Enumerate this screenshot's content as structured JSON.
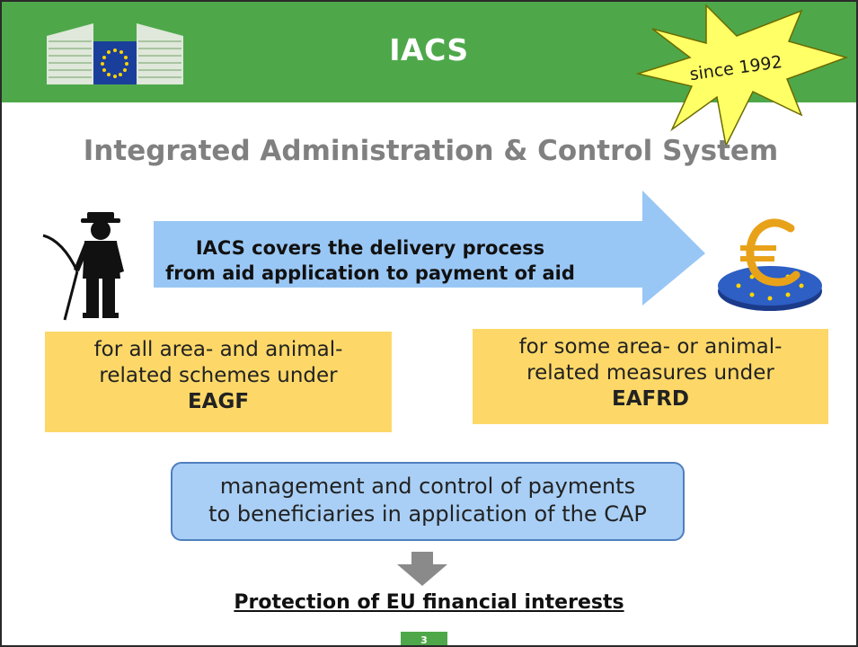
{
  "header": {
    "title": "IACS",
    "badge": "since 1992",
    "colors": {
      "green": "#4ea84a",
      "star": "#ffff66"
    }
  },
  "title": "Integrated Administration & Control System",
  "arrow": {
    "line1": "IACS covers the delivery process",
    "line2": "from aid application to payment of aid"
  },
  "icons": [
    "european-commission-logo-icon",
    "farmer-icon",
    "euro-coin-icon",
    "down-arrow-icon"
  ],
  "boxes": {
    "left": {
      "line1": "for all area- and animal-",
      "line2": "related schemes under",
      "fund": "EAGF"
    },
    "right": {
      "line1": "for some area- or animal-",
      "line2": "related measures under",
      "fund": "EAFRD"
    }
  },
  "management": {
    "line1": "management and control of payments",
    "line2": "to beneficiaries in application of the CAP"
  },
  "conclusion": "Protection of EU financial interests",
  "page_number": "3"
}
